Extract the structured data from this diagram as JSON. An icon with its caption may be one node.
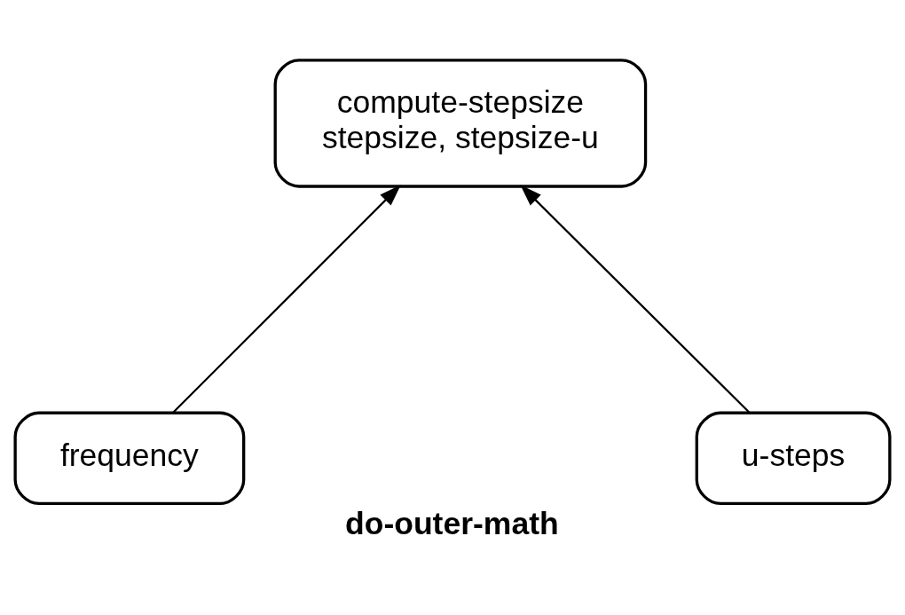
{
  "diagram": {
    "caption": "do-outer-math",
    "nodes": [
      {
        "text": [
          "compute-stepsize",
          "stepsize, stepsize-u"
        ]
      },
      {
        "text": [
          "frequency"
        ]
      },
      {
        "text": [
          "u-steps"
        ]
      }
    ],
    "edges": [
      {
        "from": 1,
        "to": 0,
        "arrow": "to"
      },
      {
        "from": 2,
        "to": 0,
        "arrow": "to"
      }
    ]
  }
}
